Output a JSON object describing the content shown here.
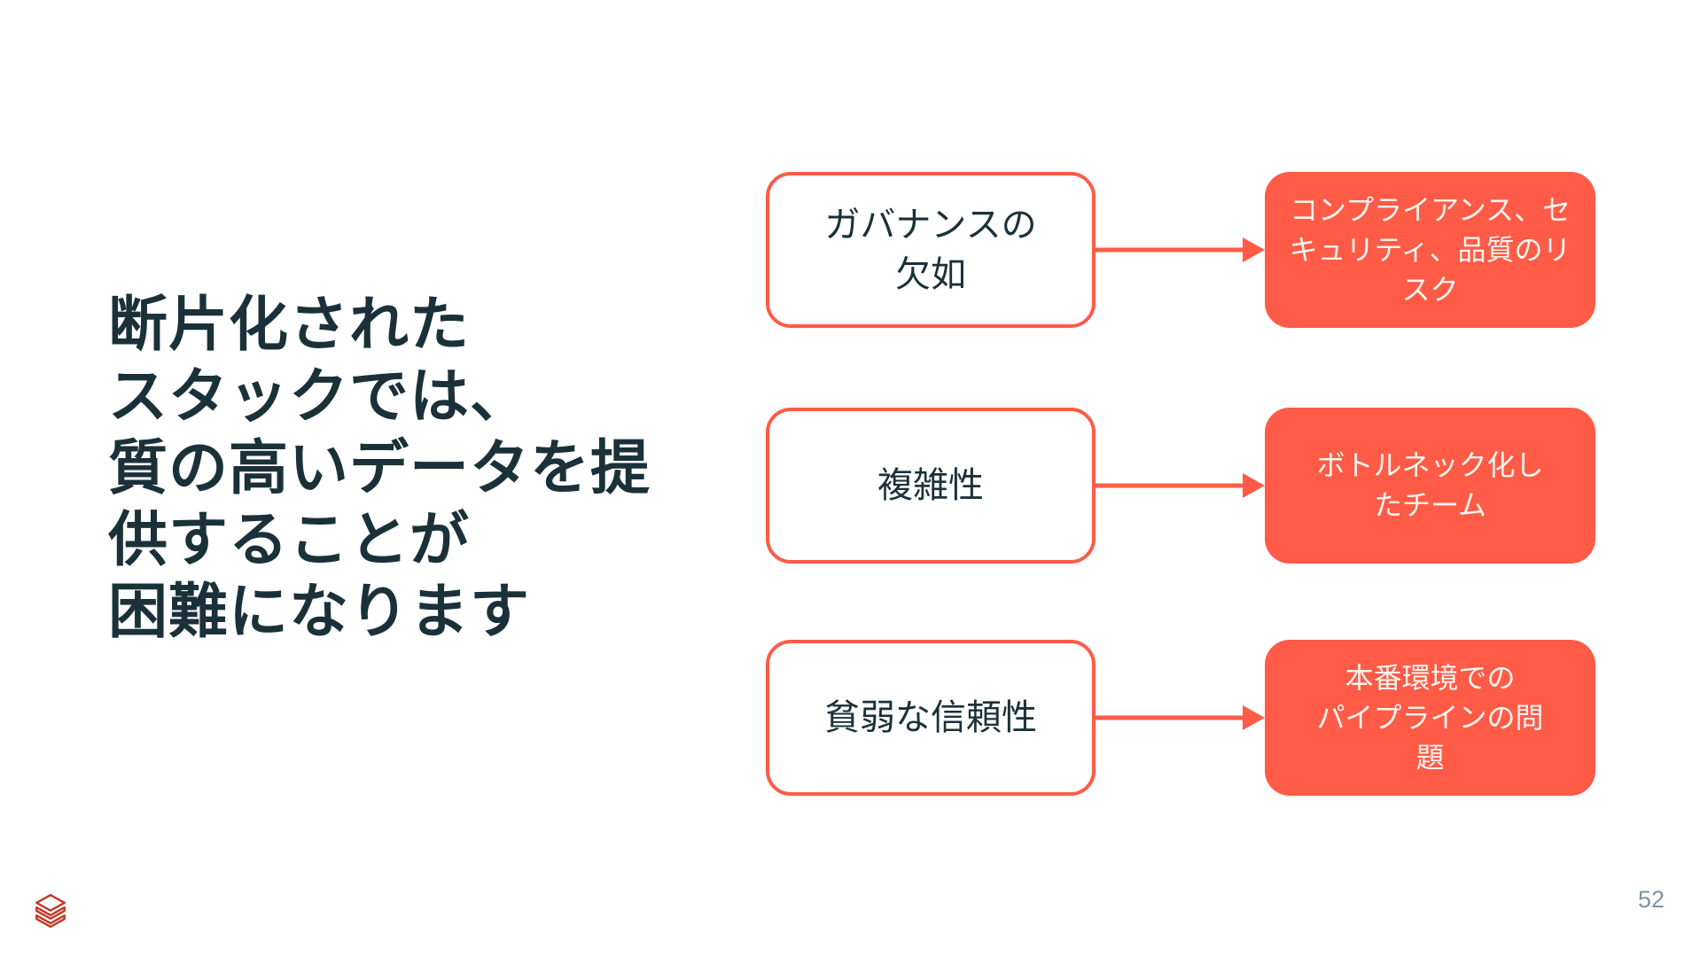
{
  "slide": {
    "title": "断片化された\nスタックでは、\n質の高いデータを提\n供することが\n困難になります",
    "page_number": "52",
    "colors": {
      "coral": "#FF5B47",
      "navy": "#1B3139",
      "effect_text": "#FDF6F0",
      "page_number_gray": "#7F93A1",
      "logo_red": "#C03A26"
    },
    "diagram": {
      "rows": [
        {
          "cause": "ガバナンスの\n欠如",
          "effect": "コンプライアンス、セ\nキュリティ、品質のリ\nスク"
        },
        {
          "cause": "複雑性",
          "effect": "ボトルネック化し\nたチーム"
        },
        {
          "cause": "貧弱な信頼性",
          "effect": "本番環境での\nパイプラインの問\n題"
        }
      ]
    }
  }
}
